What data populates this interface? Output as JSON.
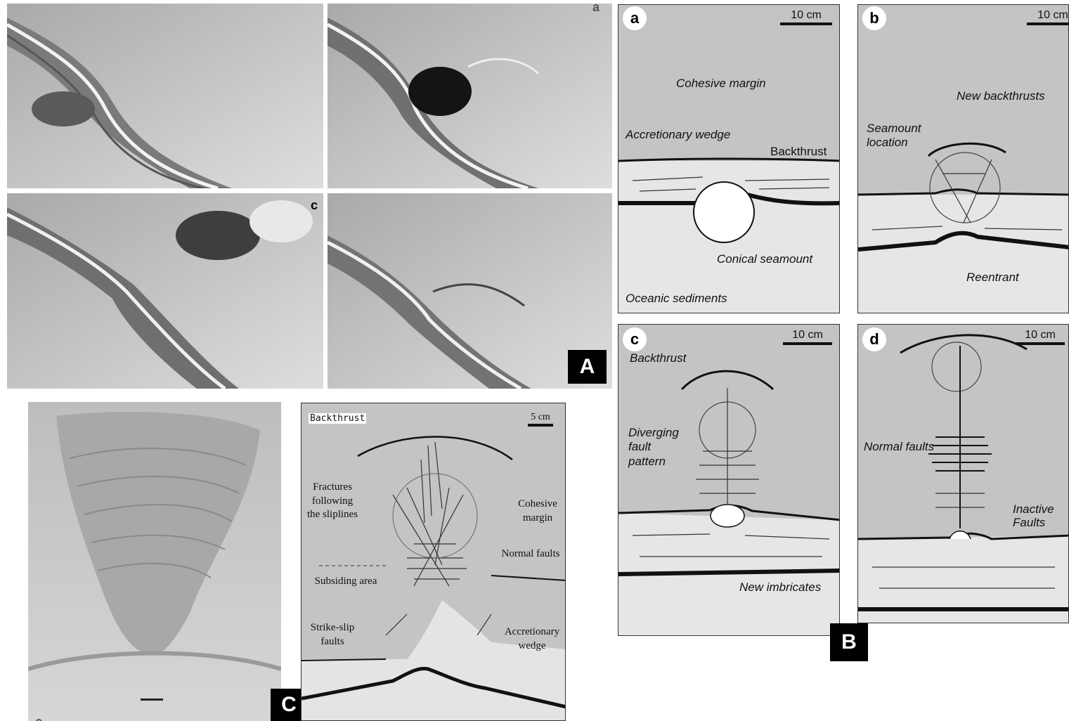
{
  "badges": {
    "a_panel": "A",
    "b_panel": "B",
    "c_panel": "C"
  },
  "photo_tags": {
    "top_right": "a",
    "mid_left": "c",
    "bottom_left": "c"
  },
  "panel_a": {
    "tag": "a",
    "scale": "10 cm",
    "labels": {
      "cohesive_margin": "Cohesive margin",
      "accretionary_wedge": "Accretionary wedge",
      "backthrust": "Backthrust",
      "conical_seamount": "Conical seamount",
      "oceanic_sediments": "Oceanic sediments"
    }
  },
  "panel_b": {
    "tag": "b",
    "scale": "10 cm",
    "labels": {
      "new_backthrusts": "New backthrusts",
      "seamount_location_1": "Seamount",
      "seamount_location_2": "location",
      "reentrant": "Reentrant"
    }
  },
  "panel_c": {
    "tag": "c",
    "scale": "10 cm",
    "labels": {
      "backthrust": "Backthrust",
      "diverging_1": "Diverging",
      "diverging_2": "fault",
      "diverging_3": "pattern",
      "new_imbricates": "New imbricates"
    }
  },
  "panel_d": {
    "tag": "d",
    "scale": "10 cm",
    "labels": {
      "normal_faults": "Normal faults",
      "inactive_1": "Inactive",
      "inactive_2": "Faults"
    }
  },
  "panel_c_map": {
    "scale": "5 cm",
    "labels": {
      "backthrust": "Backthrust",
      "fractures_1": "Fractures",
      "fractures_2": "following",
      "fractures_3": "the sliplines",
      "cohesive_1": "Cohesive",
      "cohesive_2": "margin",
      "normal_faults": "Normal faults",
      "subsiding_area": "Subsiding area",
      "strike_slip_1": "Strike-slip",
      "strike_slip_2": "faults",
      "accretionary_1": "Accretionary",
      "accretionary_2": "wedge"
    }
  },
  "colors": {
    "sketch_bg": "#c4c4c4",
    "photo_bg": "#c9c9c9",
    "badge_bg": "#000000"
  }
}
